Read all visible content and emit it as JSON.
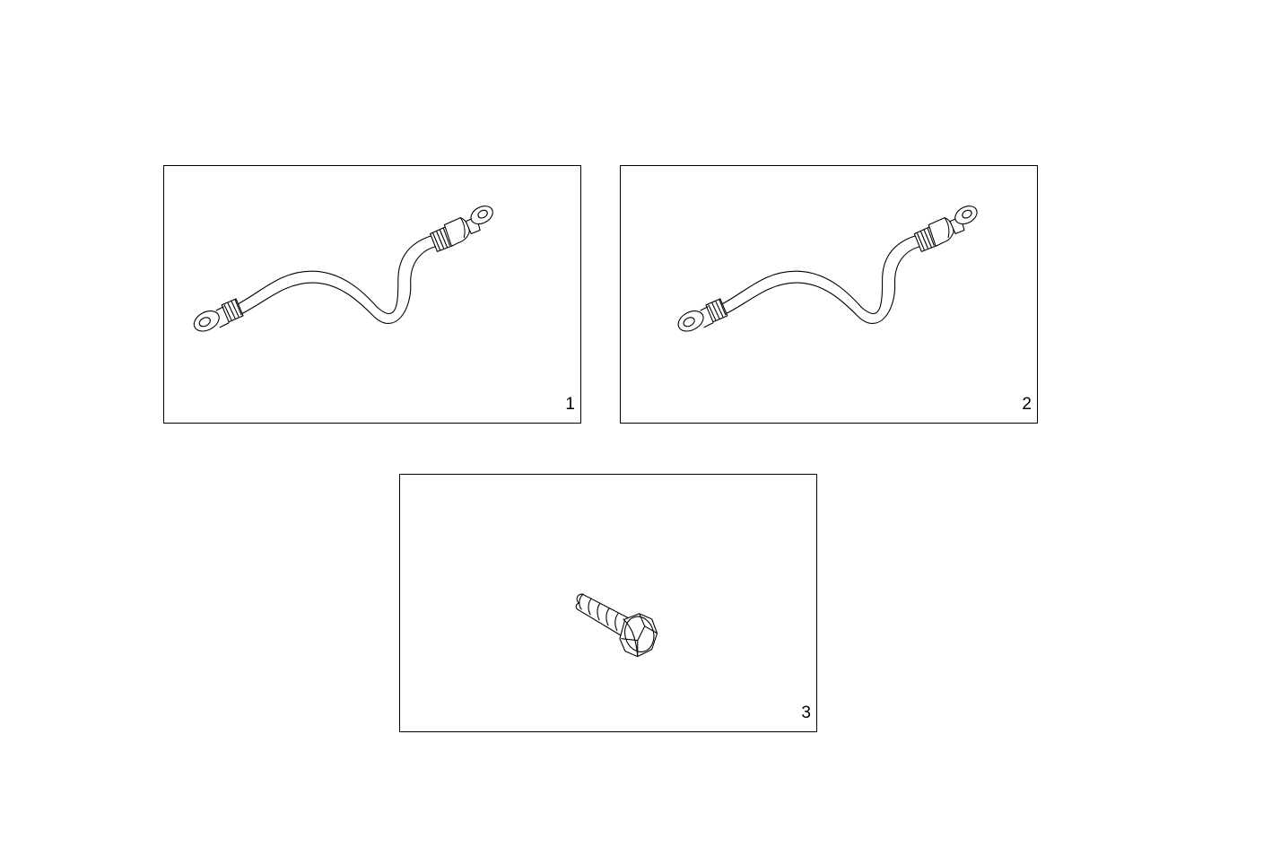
{
  "panels": [
    {
      "number": "1",
      "part_icon": "battery-cable-icon"
    },
    {
      "number": "2",
      "part_icon": "battery-cable-icon"
    },
    {
      "number": "3",
      "part_icon": "hex-bolt-icon"
    }
  ],
  "colors": {
    "background": "#ffffff",
    "line": "#000000"
  }
}
